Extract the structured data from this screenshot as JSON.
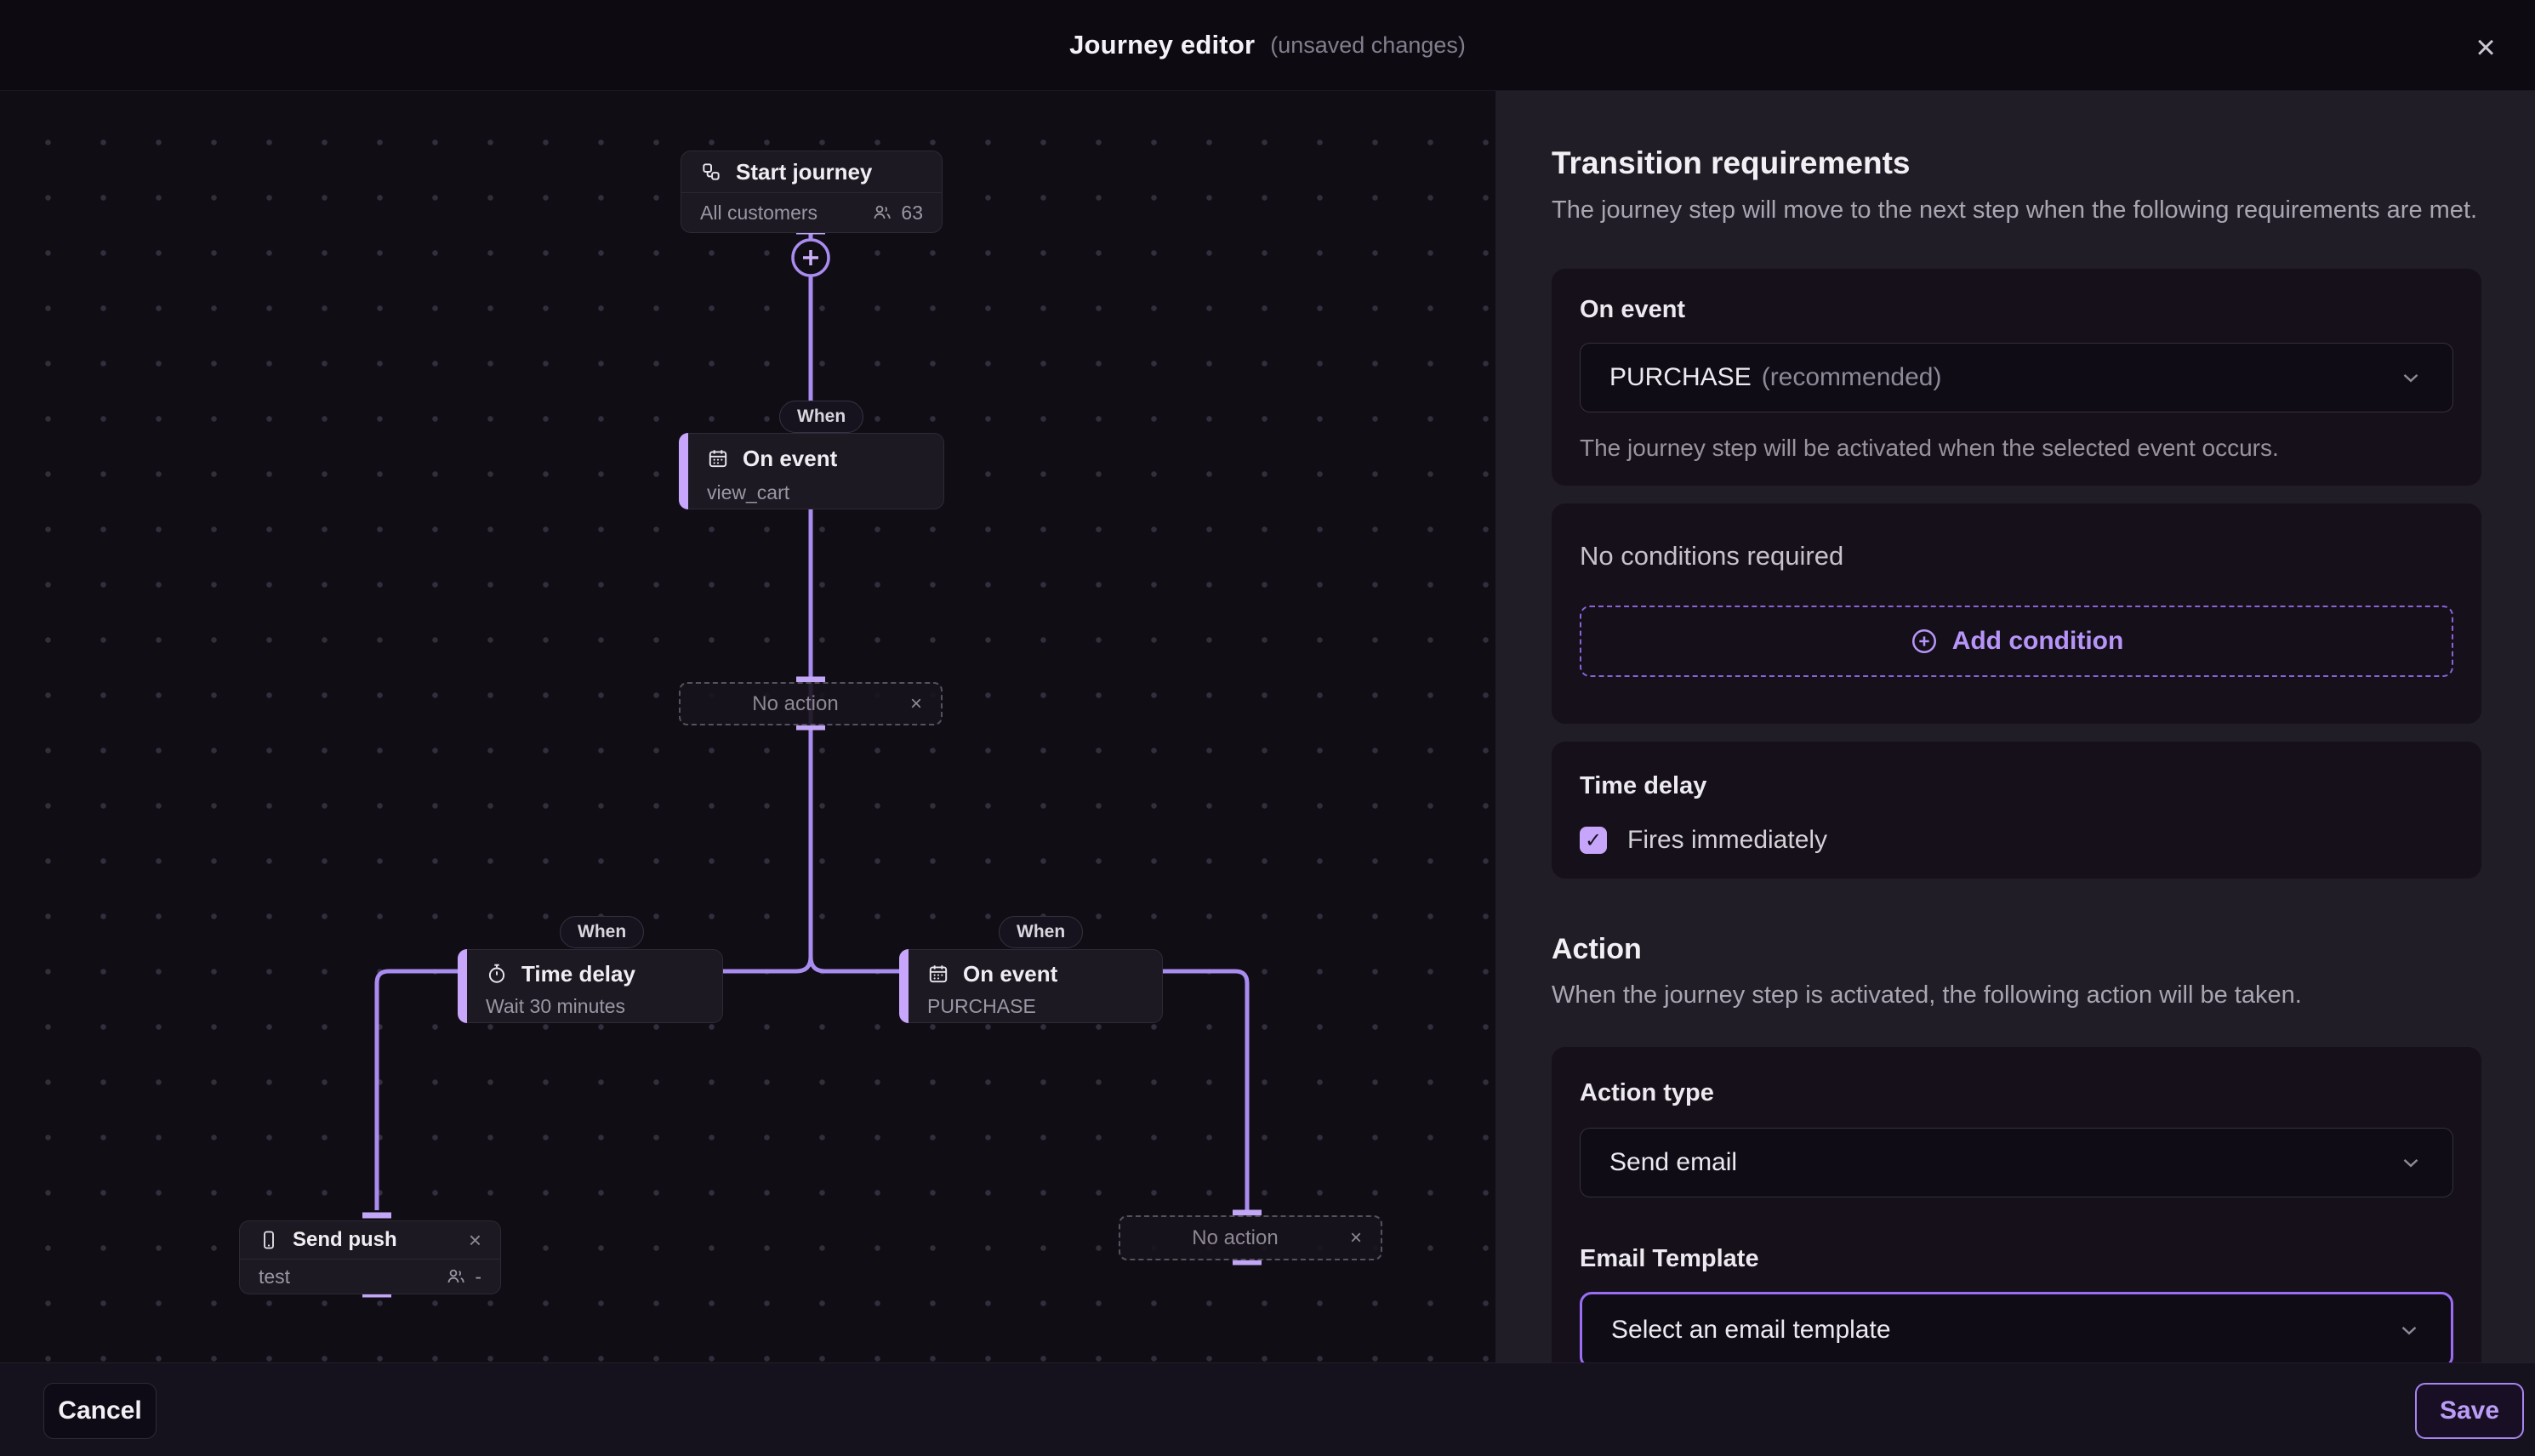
{
  "header": {
    "title": "Journey editor",
    "subtitle": "(unsaved changes)",
    "close_icon": "×"
  },
  "canvas": {
    "when_label": "When",
    "start_node": {
      "title": "Start journey",
      "audience": "All customers",
      "count": "63"
    },
    "on_event_view_cart": {
      "title": "On event",
      "subtitle": "view_cart"
    },
    "no_action_top": {
      "label": "No action",
      "close_icon": "×"
    },
    "time_delay_node": {
      "title": "Time delay",
      "subtitle": "Wait 30 minutes"
    },
    "on_event_purchase": {
      "title": "On event",
      "subtitle": "PURCHASE"
    },
    "send_push_node": {
      "title": "Send push",
      "subtitle": "test",
      "count": "-",
      "close_icon": "×"
    },
    "no_action_bottom": {
      "label": "No action",
      "close_icon": "×"
    }
  },
  "panel": {
    "transition_heading": "Transition requirements",
    "transition_description": "The journey step will move to the next step when the following requirements are met.",
    "on_event_card": {
      "label": "On event",
      "value": "PURCHASE",
      "value_note": "(recommended)",
      "help": "The journey step will be activated when the selected event occurs."
    },
    "conditions_card": {
      "empty_text": "No conditions required",
      "add_button_label": "Add condition"
    },
    "time_delay_card": {
      "label": "Time delay",
      "checkbox_label": "Fires immediately",
      "checkmark": "✓"
    },
    "action_heading": "Action",
    "action_description": "When the journey step is activated, the following action will be taken.",
    "action_card": {
      "type_label": "Action type",
      "type_value": "Send email",
      "template_label": "Email Template",
      "template_placeholder": "Select an email template"
    }
  },
  "footer": {
    "cancel_label": "Cancel",
    "save_label": "Save"
  },
  "colors": {
    "accent": "#b18af8",
    "accent_bright": "#9a6df4",
    "edge_line": "#a98cf0",
    "canvas_bg": "#110d15"
  }
}
